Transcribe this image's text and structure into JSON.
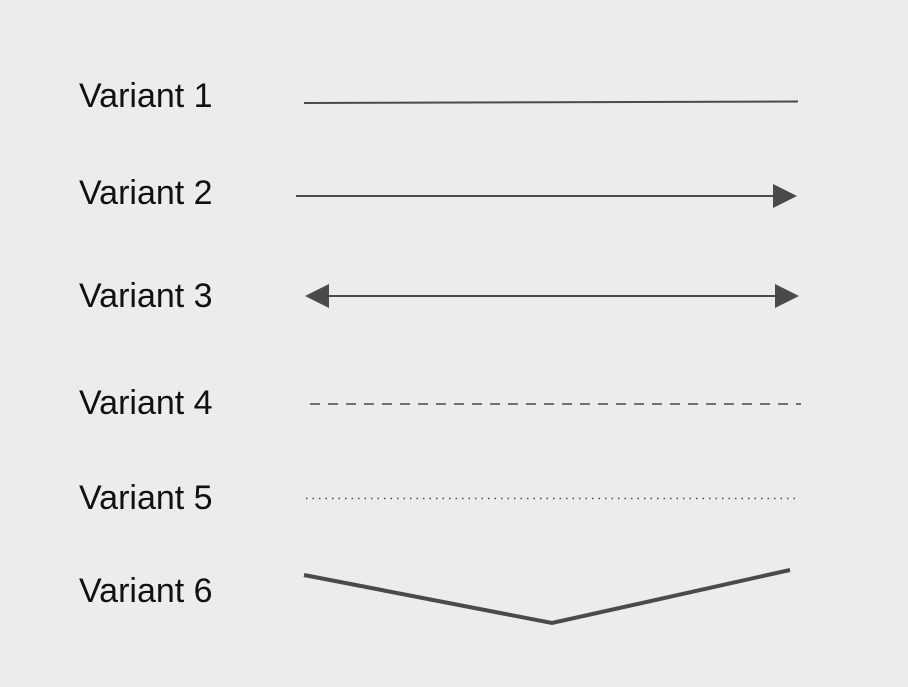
{
  "variants": [
    {
      "label": "Variant 1",
      "style": "solid-line"
    },
    {
      "label": "Variant 2",
      "style": "arrow-right"
    },
    {
      "label": "Variant 3",
      "style": "double-arrow"
    },
    {
      "label": "Variant 4",
      "style": "dashed-line"
    },
    {
      "label": "Variant 5",
      "style": "dotted-line"
    },
    {
      "label": "Variant 6",
      "style": "v-shaped-line"
    }
  ],
  "colors": {
    "background": "#ebecee",
    "line": "#4a4a4a",
    "text": "#111111"
  }
}
